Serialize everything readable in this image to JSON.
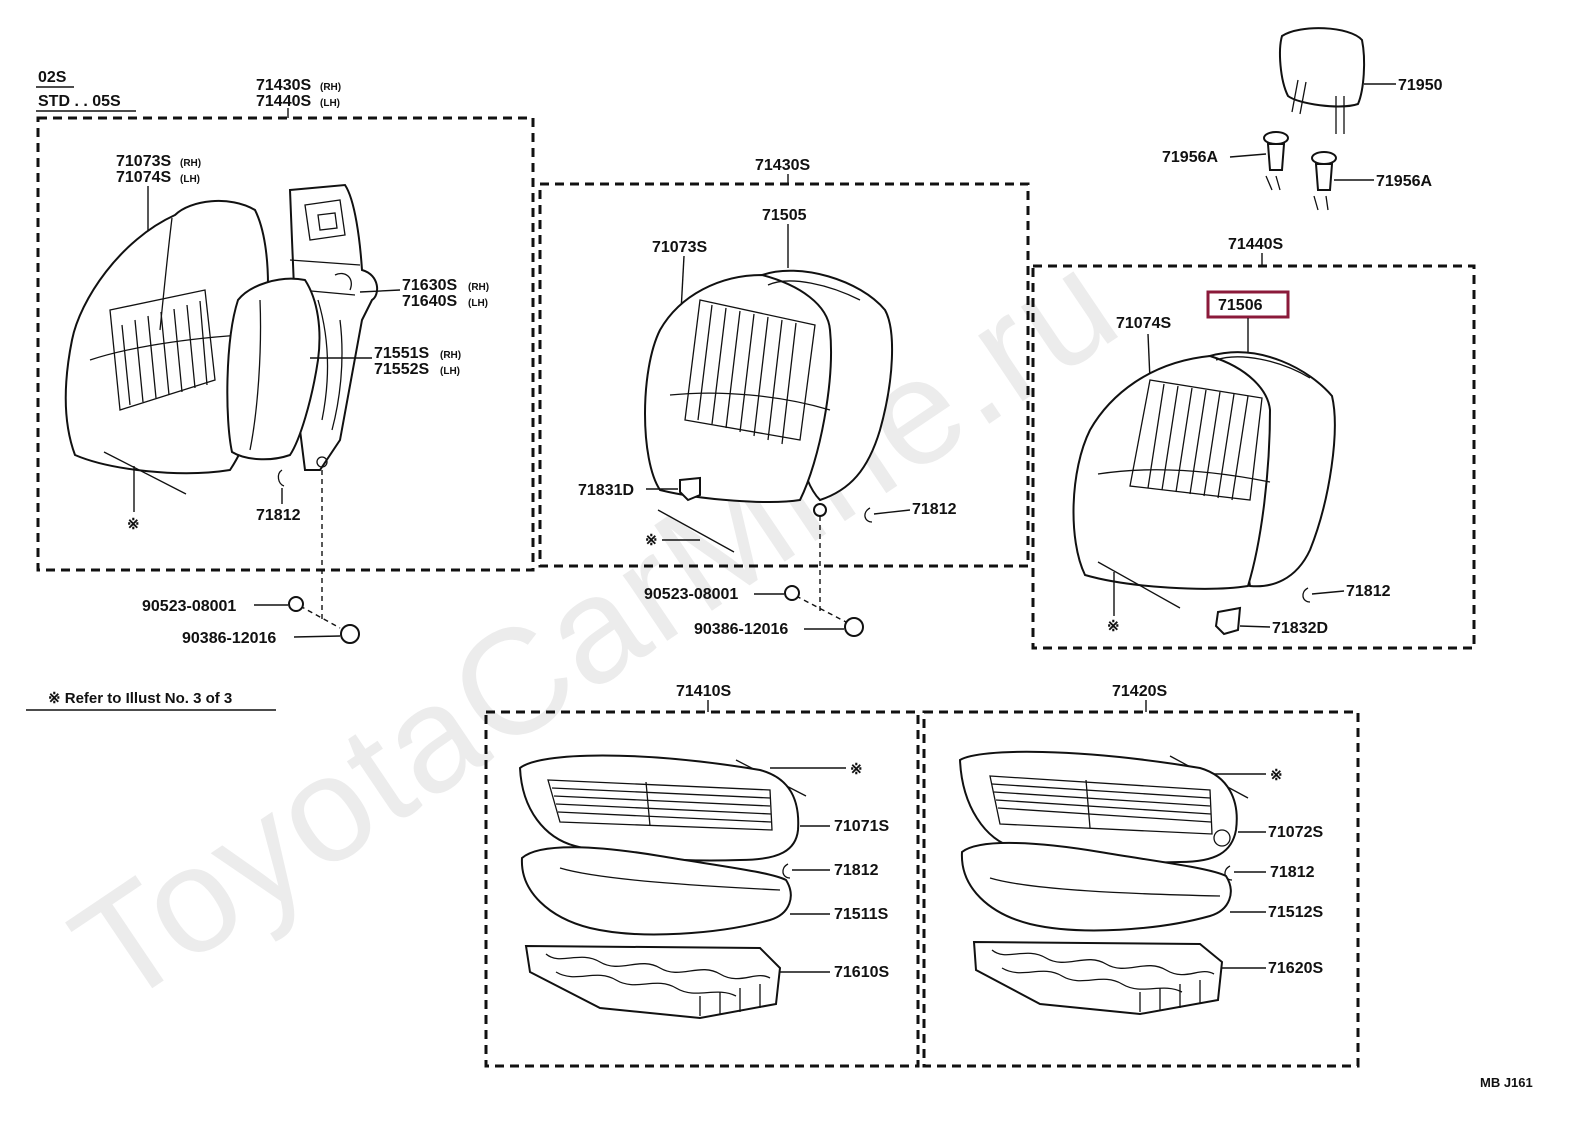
{
  "diagram": {
    "watermark": "ToyotaCarMine.ru",
    "corner_code": "MB J161",
    "grade": {
      "line1": "02S",
      "line2": "STD . . 05S"
    },
    "note": "※ Refer to Illust No. 3 of 3",
    "highlight_color": "#8b1a3a",
    "groups": {
      "left_assembly": {
        "rh": "71430S",
        "rh_tag": "(RH)",
        "lh": "71440S",
        "lh_tag": "(LH)"
      },
      "center_back": "71430S",
      "right_back": "71440S",
      "cushion_left": "71410S",
      "cushion_right": "71420S"
    },
    "labels": {
      "cover_rh": "71073S",
      "cover_rh_tag": "(RH)",
      "cover_lh": "71074S",
      "cover_lh_tag": "(LH)",
      "frame_rh": "71630S",
      "frame_rh_tag": "(RH)",
      "frame_lh": "71640S",
      "frame_lh_tag": "(LH)",
      "pad_rh": "71551S",
      "pad_rh_tag": "(RH)",
      "pad_lh": "71552S",
      "pad_lh_tag": "(LH)",
      "hogring_1": "71812",
      "nut_left": "90523-08001",
      "bolt_left": "90386-12016",
      "mark_left": "※",
      "center_cover": "71073S",
      "center_pad": "71505",
      "holder_center": "71831D",
      "hogring_2": "71812",
      "mark_center": "※",
      "nut_center": "90523-08001",
      "bolt_center": "90386-12016",
      "headrest": "71950",
      "support_left": "71956A",
      "support_right": "71956A",
      "right_cover": "71074S",
      "right_pad": "71506",
      "hogring_3": "71812",
      "holder_right": "71832D",
      "mark_right": "※",
      "cushion_cover_l": "71071S",
      "hogring_4": "71812",
      "cushion_pad_l": "71511S",
      "cushion_frame_l": "71610S",
      "mark_cushion_l": "※",
      "cushion_cover_r": "71072S",
      "hogring_5": "71812",
      "cushion_pad_r": "71512S",
      "cushion_frame_r": "71620S",
      "mark_cushion_r": "※"
    }
  }
}
